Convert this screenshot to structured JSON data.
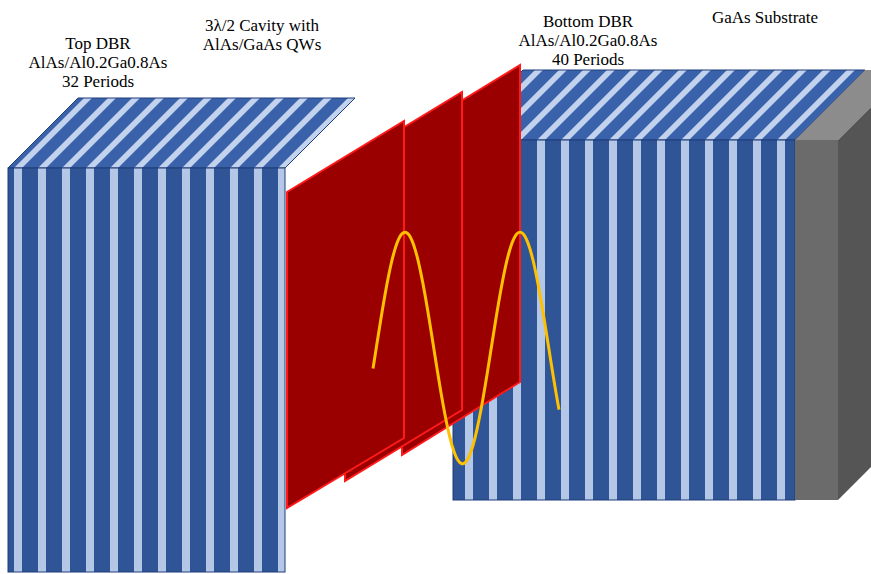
{
  "diagram": {
    "labels": [
      "Top DBR",
      "AlAs/Al0.2Ga0.8As",
      "32 Periods",
      "3λ/2 Cavity with",
      "AlAs/GaAs QWs",
      "Bottom DBR",
      "AlAs/Al0.2Ga0.8As",
      "40 Periods",
      "GaAs Substrate"
    ]
  }
}
